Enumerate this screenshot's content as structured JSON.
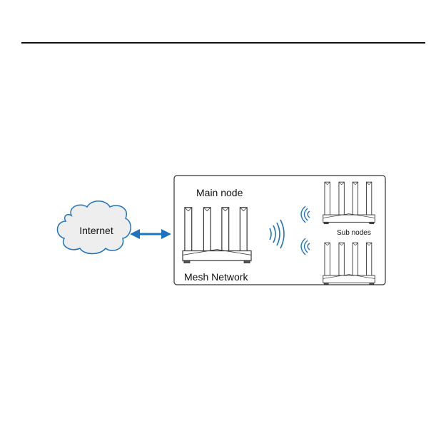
{
  "diagram": {
    "cloud_label": "Internet",
    "main_node_label": "Main node",
    "sub_nodes_label": "Sub nodes",
    "network_label": "Mesh Network",
    "colors": {
      "accent": "#1e73be",
      "cloud_fill": "#eeeeee",
      "outline": "#222222"
    }
  }
}
